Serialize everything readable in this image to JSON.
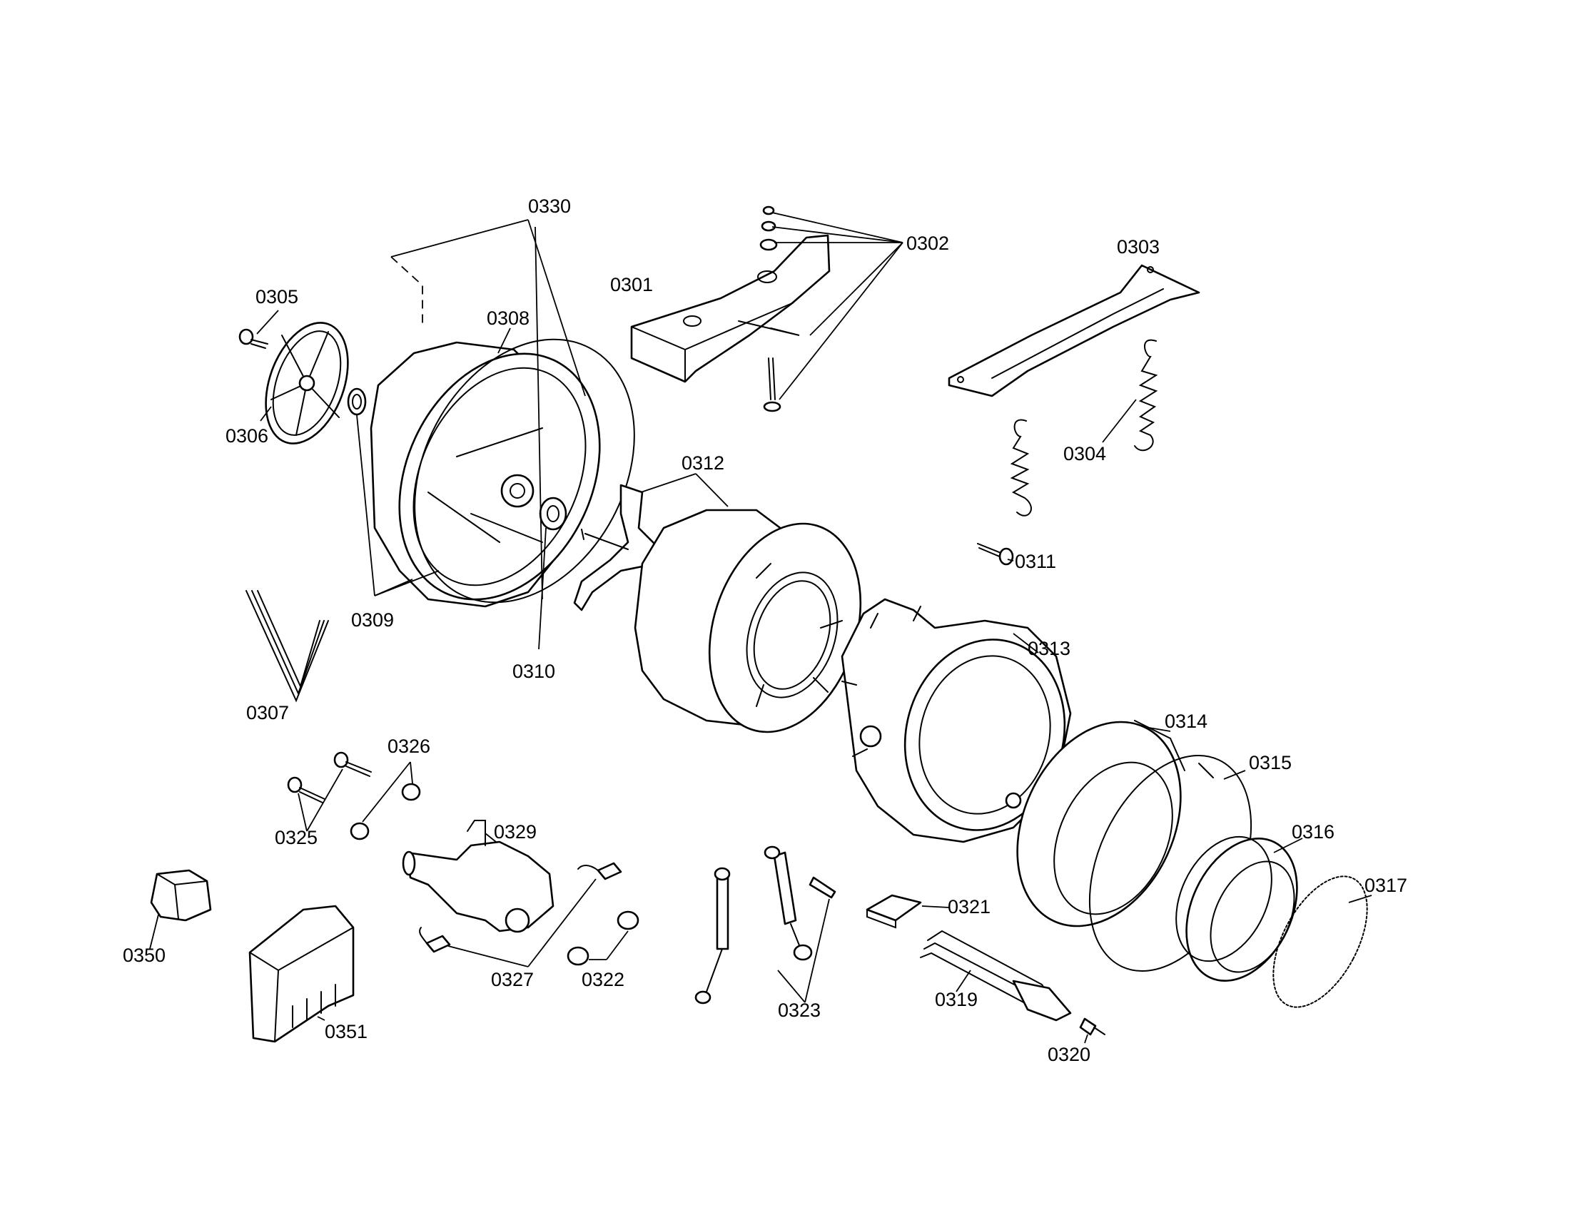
{
  "diagram": {
    "style": {
      "line_color": "#000000",
      "background": "#ffffff"
    },
    "callouts": [
      {
        "id": "0301",
        "text": "0301"
      },
      {
        "id": "0302",
        "text": "0302"
      },
      {
        "id": "0303",
        "text": "0303"
      },
      {
        "id": "0304",
        "text": "0304"
      },
      {
        "id": "0305",
        "text": "0305"
      },
      {
        "id": "0306",
        "text": "0306"
      },
      {
        "id": "0307",
        "text": "0307"
      },
      {
        "id": "0308",
        "text": "0308"
      },
      {
        "id": "0309",
        "text": "0309"
      },
      {
        "id": "0310",
        "text": "0310"
      },
      {
        "id": "0311",
        "text": "0311"
      },
      {
        "id": "0312",
        "text": "0312"
      },
      {
        "id": "0313",
        "text": "0313"
      },
      {
        "id": "0314",
        "text": "0314"
      },
      {
        "id": "0315",
        "text": "0315"
      },
      {
        "id": "0316",
        "text": "0316"
      },
      {
        "id": "0317",
        "text": "0317"
      },
      {
        "id": "0319",
        "text": "0319"
      },
      {
        "id": "0320",
        "text": "0320"
      },
      {
        "id": "0321",
        "text": "0321"
      },
      {
        "id": "0322",
        "text": "0322"
      },
      {
        "id": "0323",
        "text": "0323"
      },
      {
        "id": "0325",
        "text": "0325"
      },
      {
        "id": "0326",
        "text": "0326"
      },
      {
        "id": "0327",
        "text": "0327"
      },
      {
        "id": "0329",
        "text": "0329"
      },
      {
        "id": "0330",
        "text": "0330"
      },
      {
        "id": "0350",
        "text": "0350"
      },
      {
        "id": "0351",
        "text": "0351"
      }
    ]
  }
}
